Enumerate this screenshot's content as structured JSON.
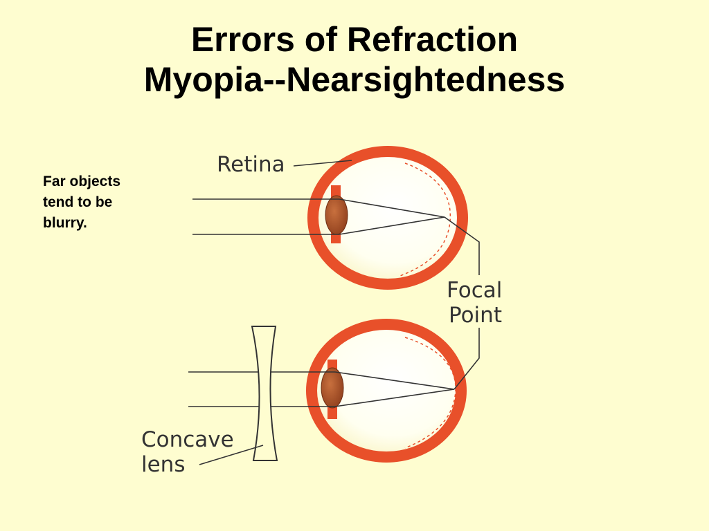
{
  "slide": {
    "title_line1": "Errors of Refraction",
    "title_line2": "Myopia--Nearsightedness",
    "note_lines": [
      "Far objects",
      "tend to be",
      "blurry."
    ]
  },
  "diagram": {
    "labels": {
      "retina": "Retina",
      "focal_line1": "Focal",
      "focal_line2": "Point",
      "concave_line1": "Concave",
      "concave_line2": "lens"
    }
  },
  "colors": {
    "background": "#FEFDD0",
    "eye_wall": "#E8502A",
    "lens": "#A8502A",
    "eye_interior": "#FFFFF2",
    "line": "#333333"
  }
}
